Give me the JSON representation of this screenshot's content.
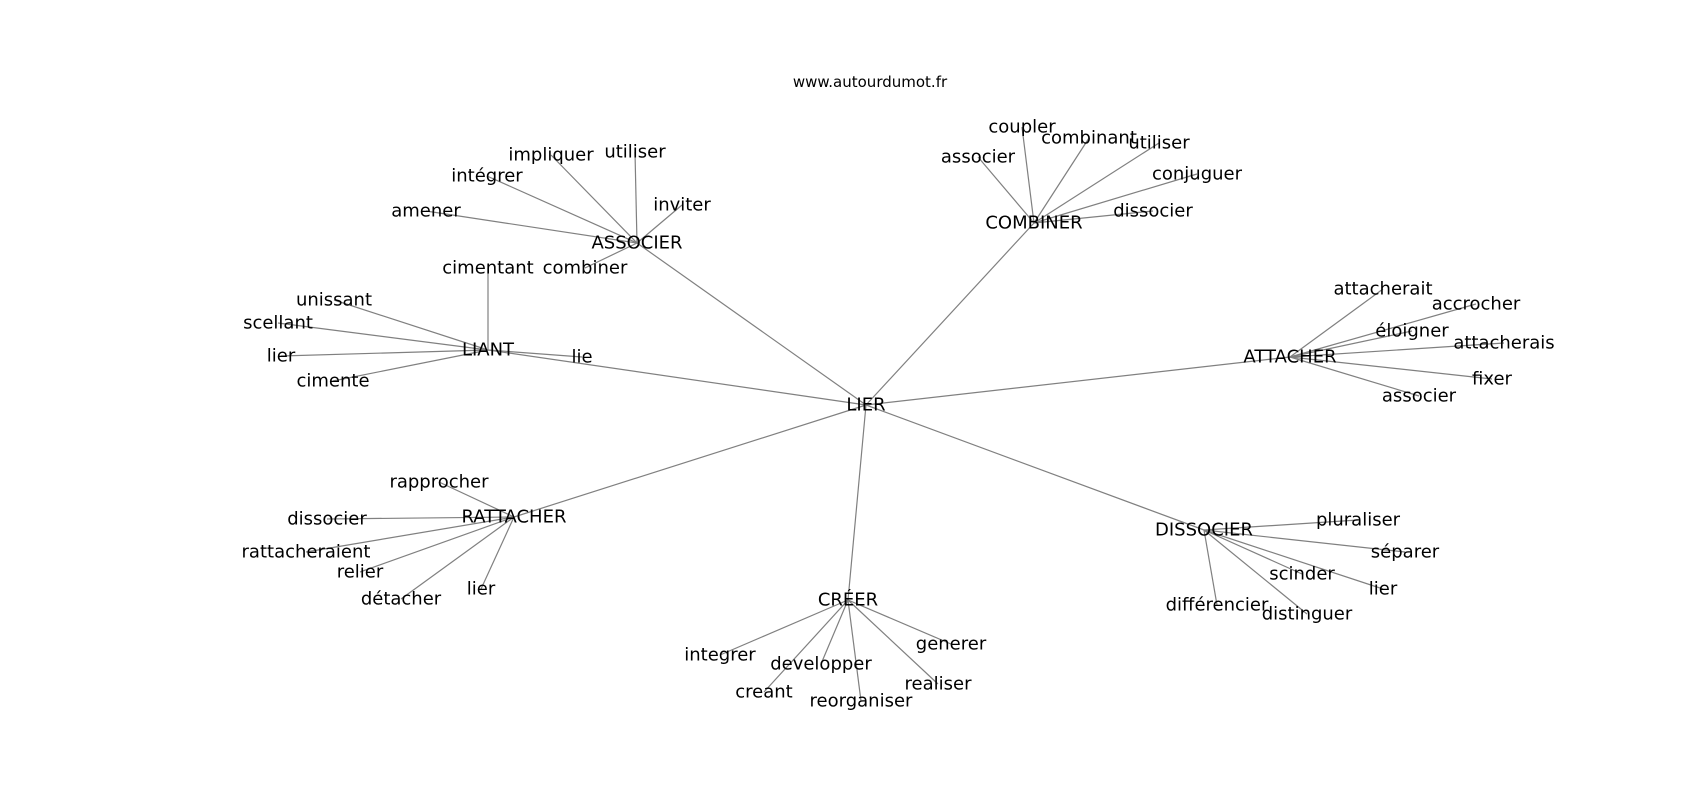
{
  "source": "www.autourdumot.fr",
  "root": "LIER",
  "colors": {
    "edge": "#808080",
    "text": "#000000",
    "background": "#ffffff"
  },
  "groups": [
    {
      "hub": "ASSOCIER",
      "leaves": [
        "impliquer",
        "utiliser",
        "intégrer",
        "amener",
        "inviter",
        "combiner"
      ]
    },
    {
      "hub": "COMBINER",
      "leaves": [
        "coupler",
        "combinant",
        "associer",
        "utiliser",
        "conjuguer",
        "dissocier"
      ]
    },
    {
      "hub": "LIANT",
      "leaves": [
        "unissant",
        "scellant",
        "lier",
        "cimente",
        "cimentant",
        "lie"
      ]
    },
    {
      "hub": "ATTACHER",
      "leaves": [
        "attacherait",
        "accrocher",
        "éloigner",
        "attacherais",
        "fixer",
        "associer"
      ]
    },
    {
      "hub": "RATTACHER",
      "leaves": [
        "rapprocher",
        "dissocier",
        "rattacheraient",
        "relier",
        "détacher",
        "lier"
      ]
    },
    {
      "hub": "DISSOCIER",
      "leaves": [
        "pluraliser",
        "séparer",
        "scinder",
        "lier",
        "différencier",
        "distinguer"
      ]
    },
    {
      "hub": "CRÉER",
      "leaves": [
        "integrer",
        "developper",
        "creant",
        "reorganiser",
        "realiser",
        "generer"
      ]
    }
  ]
}
